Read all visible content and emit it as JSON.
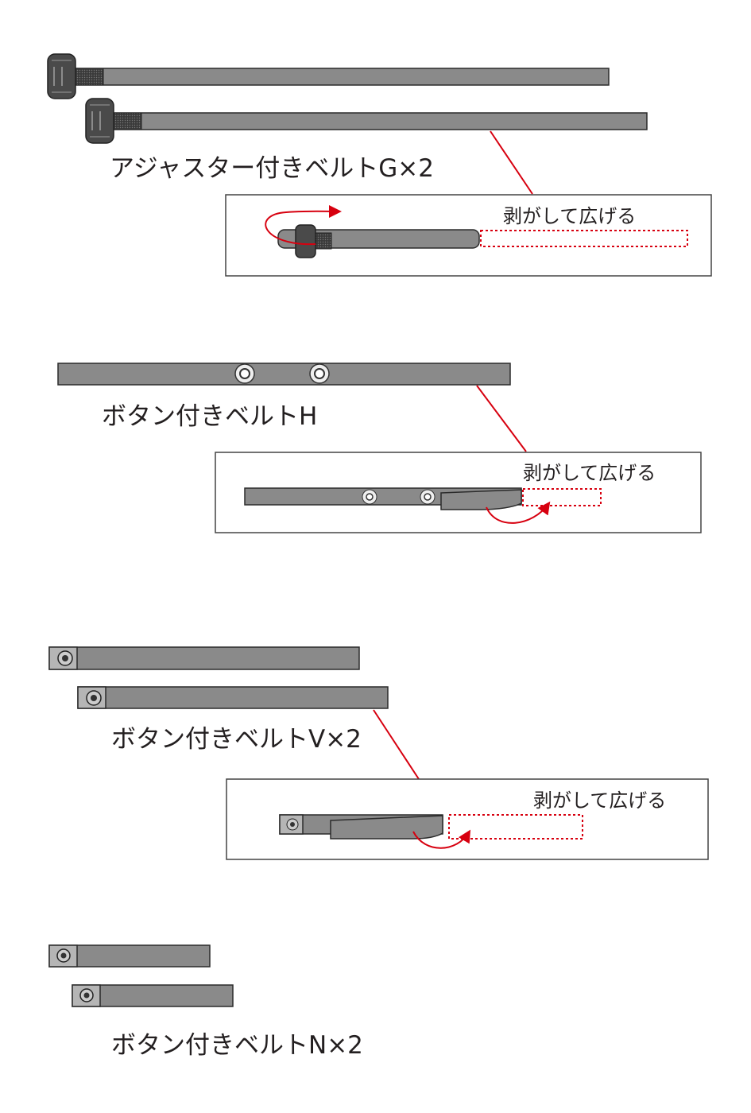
{
  "colors": {
    "belt": "#8a8a8a",
    "accent_red": "#d7000f",
    "outline": "#2b2b2b"
  },
  "sections": [
    {
      "label": "アジャスター付きベルトG×2",
      "detail_label": "剥がして広げる"
    },
    {
      "label": "ボタン付きベルトH",
      "detail_label": "剥がして広げる"
    },
    {
      "label": "ボタン付きベルトV×2",
      "detail_label": "剥がして広げる"
    },
    {
      "label": "ボタン付きベルトN×2"
    }
  ]
}
